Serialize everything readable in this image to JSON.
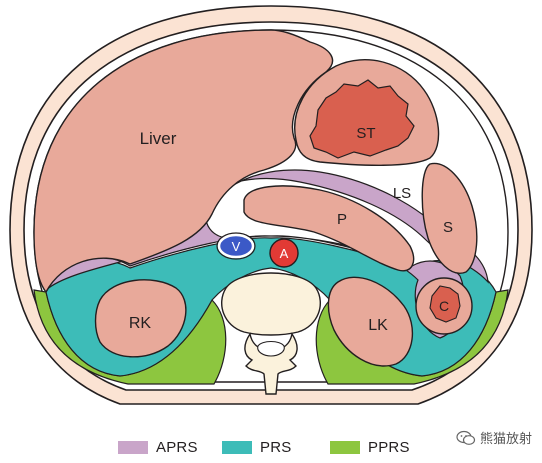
{
  "labels": {
    "liver": "Liver",
    "stomach": "ST",
    "lesser_sac": "LS",
    "spleen": "S",
    "pancreas": "P",
    "vein": "V",
    "aorta": "A",
    "right_kidney": "RK",
    "left_kidney": "LK",
    "colon": "C"
  },
  "legend": [
    {
      "label": "APRS",
      "color": "#c9a5c9"
    },
    {
      "label": "PRS",
      "color": "#3dbcb8"
    },
    {
      "label": "PPRS",
      "color": "#8dc63f"
    }
  ],
  "watermark": {
    "text": "熊猫放射",
    "icon": "wechat-icon"
  },
  "colors": {
    "body_wall": "#fbe3d3",
    "organ": "#e8a99a",
    "stomach_core": "#d9604f",
    "vein": "#3b59c7",
    "aorta": "#e23a35",
    "vertebra": "#fbf2dc",
    "outline": "#231f20"
  }
}
